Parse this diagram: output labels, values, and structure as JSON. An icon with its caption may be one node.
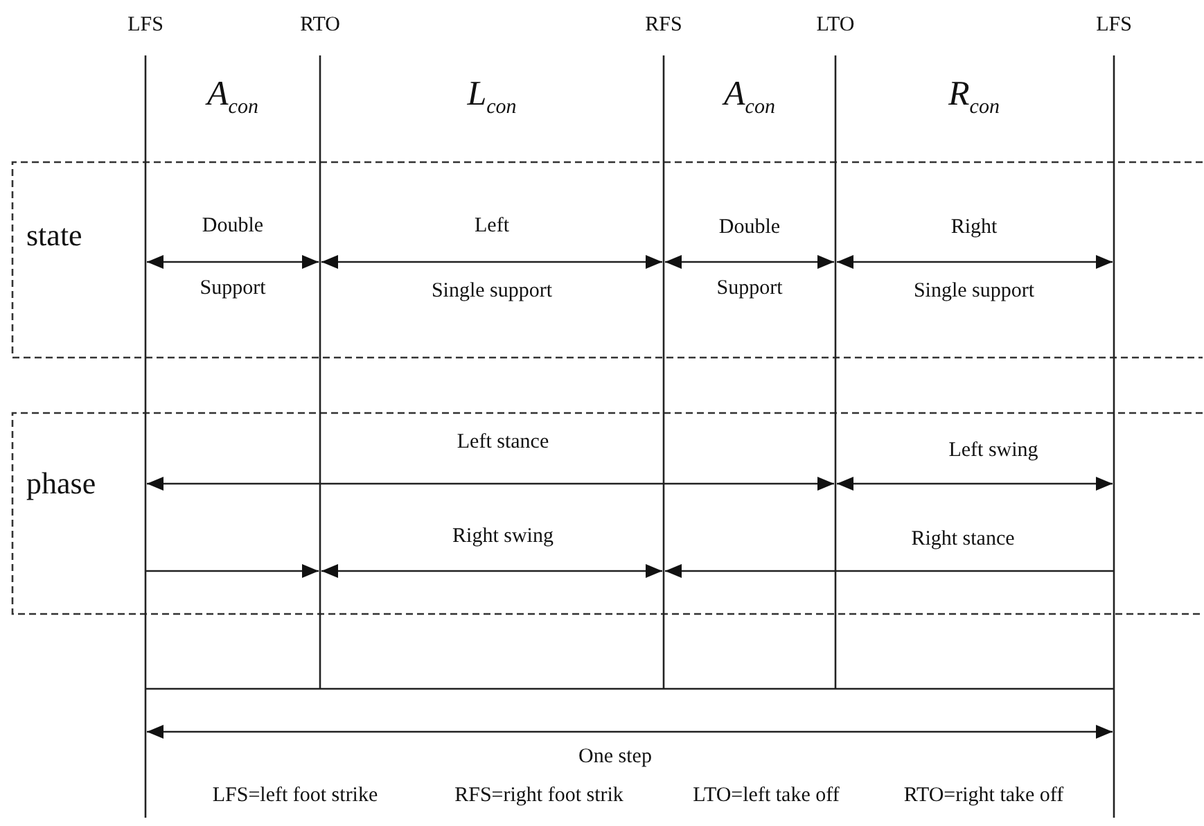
{
  "diagram": {
    "labels": [
      "LFS",
      "RTO",
      "RFS",
      "LTO",
      "LFS",
      "A$_{con}$",
      "L$_{con}$",
      "A$_{con}$",
      "R$_{con}$",
      "state",
      "Double",
      "Left",
      "Double",
      "Right",
      "Support",
      "Single support",
      "Support",
      "Single support",
      "phase",
      "Left stance",
      "Left swing",
      "Right swing",
      "Right stance",
      "One step",
      "LFS=left foot strike",
      "RFS=right foot strik",
      "LTO=left take off",
      "RTO=right take off"
    ]
  }
}
